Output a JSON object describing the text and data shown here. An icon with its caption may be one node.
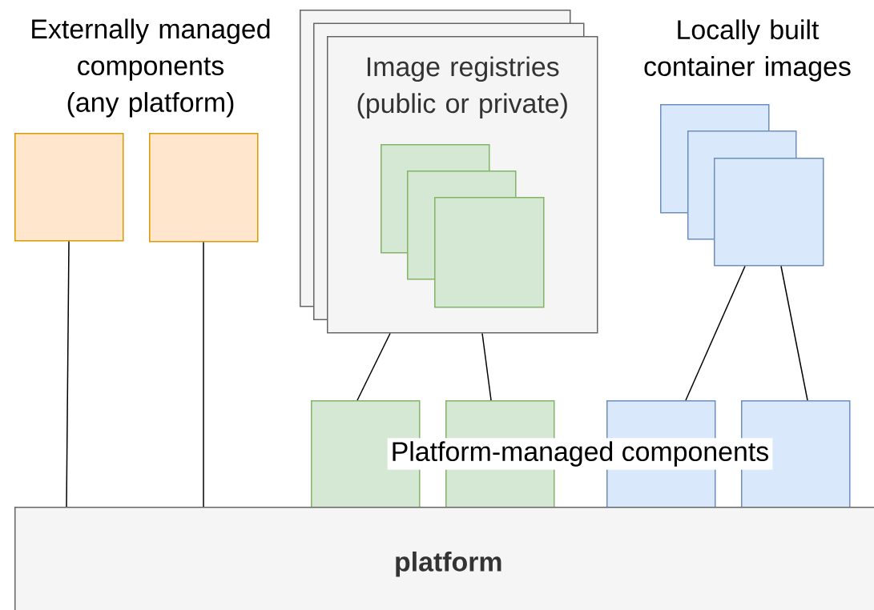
{
  "diagram": {
    "nodes": [
      {
        "text": [],
        "shape": "box"
      },
      {
        "text": [],
        "shape": "box"
      },
      {
        "text": [
          "Image registries (public or private)"
        ]
      },
      {
        "text": [],
        "shape": "box",
        "in": 2
      },
      {
        "text": [],
        "shape": "box",
        "in": 2
      },
      {
        "text": [],
        "shape": "box",
        "in": 2
      },
      {
        "text": [],
        "shape": "box"
      },
      {
        "text": [],
        "shape": "box"
      },
      {
        "text": [],
        "shape": "box"
      },
      {
        "text": [],
        "shape": "box"
      },
      {
        "text": [],
        "shape": "box"
      },
      {
        "text": [],
        "shape": "box"
      },
      {
        "text": [],
        "shape": "box"
      },
      {
        "text": [
          "platform"
        ]
      }
    ],
    "edges": [
      {
        "from": 0,
        "to": 13,
        "arrow": "none"
      },
      {
        "from": 1,
        "to": 13,
        "arrow": "none"
      },
      {
        "from": 2,
        "to": 9,
        "arrow": "none"
      },
      {
        "from": 2,
        "to": 10,
        "arrow": "none"
      },
      {
        "from": 8,
        "to": 11,
        "arrow": "none"
      },
      {
        "from": 8,
        "to": 12,
        "arrow": "none"
      }
    ],
    "labels": [
      "Externally managed components (any platform)",
      "Locally built container images",
      "Platform-managed components"
    ]
  }
}
